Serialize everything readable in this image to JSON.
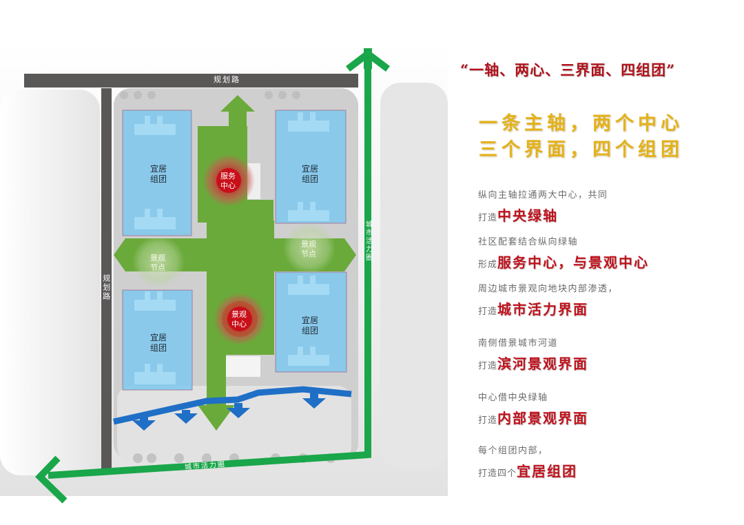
{
  "map": {
    "roads": {
      "top_road_label": "规划路",
      "left_road_label": "规划路"
    },
    "vitality_ring": {
      "right_label": "城市活力圈",
      "bottom_label": "城市活力圈",
      "color": "#1aa64a"
    },
    "clusters": [
      {
        "label_line1": "宜居",
        "label_line2": "组团",
        "position": "top-left"
      },
      {
        "label_line1": "宜居",
        "label_line2": "组团",
        "position": "top-right"
      },
      {
        "label_line1": "宜居",
        "label_line2": "组团",
        "position": "bottom-left"
      },
      {
        "label_line1": "宜居",
        "label_line2": "组团",
        "position": "bottom-right"
      }
    ],
    "centers": [
      {
        "label_line1": "服务",
        "label_line2": "中心",
        "name": "service-center"
      },
      {
        "label_line1": "景观",
        "label_line2": "中心",
        "name": "landscape-center"
      }
    ],
    "nodes": [
      {
        "label_line1": "景观",
        "label_line2": "节点",
        "position": "left"
      },
      {
        "label_line1": "景观",
        "label_line2": "节点",
        "position": "right"
      }
    ],
    "colors": {
      "green_axis": "#6aaa3a",
      "cluster_blue": "#7ec8ee",
      "river_blue": "#1f6fc6",
      "road_gray": "#5a5757",
      "center_red": "#c8101a"
    }
  },
  "panel": {
    "slogan": "“一轴、两心、三界面、四组团”",
    "headline_line1": "一条主轴，两个中心",
    "headline_line2": "三个界面，四个组团",
    "items": [
      {
        "desc": "纵向主轴拉通两大中心，共同",
        "prefix": "打造",
        "highlight": "中央绿轴"
      },
      {
        "desc": "社区配套结合纵向绿轴",
        "prefix": "形成",
        "highlight": "服务中心，与景观中心"
      },
      {
        "desc": "周边城市景观向地块内部渗透，",
        "prefix": "打造",
        "highlight": "城市活力界面"
      },
      {
        "desc": "南侧借景城市河道",
        "prefix": "打造",
        "highlight": "滨河景观界面"
      },
      {
        "desc": "中心借中央绿轴",
        "prefix": "打造",
        "highlight": "内部景观界面"
      },
      {
        "desc": "每个组团内部，",
        "prefix": "打造四个",
        "highlight": "宜居组团"
      }
    ]
  }
}
